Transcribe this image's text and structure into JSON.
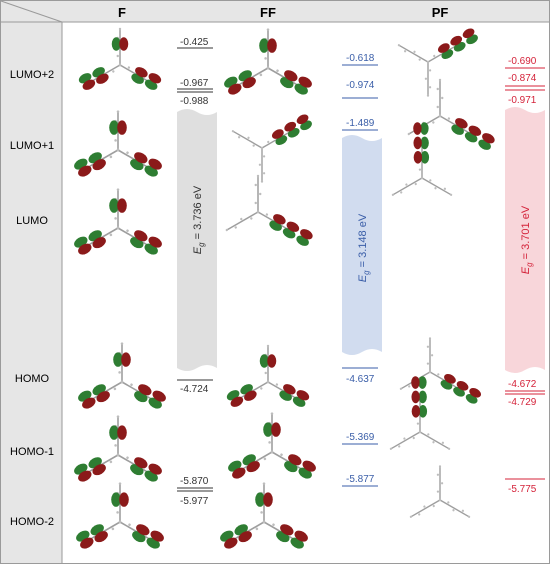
{
  "columns": [
    {
      "key": "F",
      "label": "F"
    },
    {
      "key": "FF",
      "label": "FF"
    },
    {
      "key": "PF",
      "label": "PF"
    }
  ],
  "rows": [
    {
      "key": "lumo2",
      "label": "LUMO+2"
    },
    {
      "key": "lumo1",
      "label": "LUMO+1"
    },
    {
      "key": "lumo",
      "label": "LUMO"
    },
    {
      "key": "homo",
      "label": "HOMO"
    },
    {
      "key": "homo1",
      "label": "HOMO-1"
    },
    {
      "key": "homo2",
      "label": "HOMO-2"
    }
  ],
  "energy_levels": {
    "F": {
      "color": "#333333",
      "levels": [
        "-0.425",
        "-0.967",
        "-0.988",
        "-4.724",
        "-5.870",
        "-5.977"
      ]
    },
    "FF": {
      "color": "#3a5ea8",
      "levels": [
        "-0.618",
        "-0.974",
        "-1.489",
        "-4.637",
        "-5.369",
        "-5.877"
      ]
    },
    "PF": {
      "color": "#d4233a",
      "levels": [
        "-0.690",
        "-0.874",
        "-0.971",
        "-4.672",
        "-4.729",
        "-5.775"
      ]
    }
  },
  "gaps": {
    "F": {
      "label": "E",
      "sub": "g",
      "value": " = 3.736 eV",
      "color": "#333333",
      "band": "#d9d9d9"
    },
    "FF": {
      "label": "E",
      "sub": "g",
      "value": " = 3.148 eV",
      "color": "#3a5ea8",
      "band": "#c9d6ec"
    },
    "PF": {
      "label": "E",
      "sub": "g",
      "value": " = 3.701 eV",
      "color": "#d4233a",
      "band": "#f7cfd3"
    }
  },
  "colors": {
    "sidebar": "#e6e6e6",
    "border": "#9a9a9a",
    "orbital_positive": "#2e7d32",
    "orbital_negative": "#8b1a1a"
  }
}
